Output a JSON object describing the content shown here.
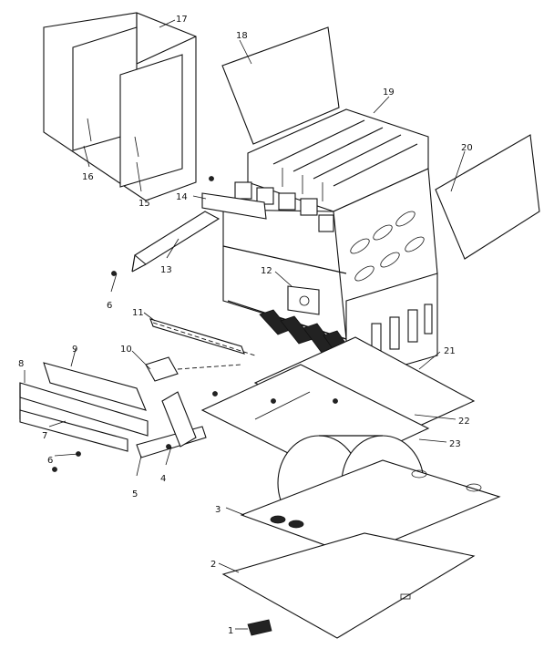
{
  "part_labels": [
    "1",
    "2",
    "3",
    "4",
    "5",
    "6",
    "6",
    "7",
    "8",
    "9",
    "10",
    "11",
    "12",
    "13",
    "14",
    "15",
    "16",
    "17",
    "18",
    "19",
    "20",
    "21",
    "22",
    "23"
  ]
}
